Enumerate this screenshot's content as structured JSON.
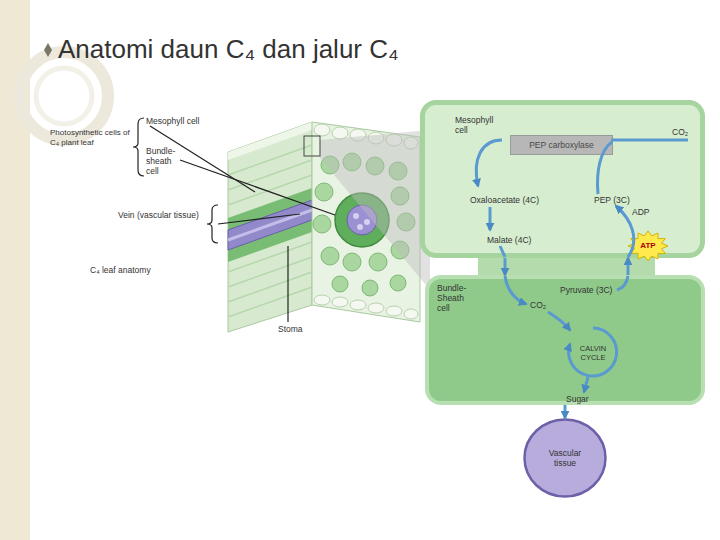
{
  "diagram": {
    "title": "Anatomi daun C₄ dan jalur C₄",
    "nodes": [
      {
        "text": [
          "Mesophyll cell"
        ]
      },
      {
        "text": [
          "PEP carboxylase"
        ],
        "in": 0
      },
      {
        "text": [
          "ATP"
        ],
        "in": 0
      },
      {
        "text": [
          "Bundle-Sheath cell"
        ]
      },
      {
        "text": [
          "Vascular tissue"
        ]
      }
    ],
    "edges": [
      {
        "from": 0,
        "to": 3,
        "arrow": "to"
      },
      {
        "from": 3,
        "to": 0,
        "arrow": "to"
      },
      {
        "from": 3,
        "to": 4,
        "arrow": "to"
      }
    ],
    "labels": [
      "Photosynthetic cells of C₄ plant leaf",
      "Mesophyll cell",
      "Bundle-sheath cell",
      "Vein (vascular tissue)",
      "C₄ leaf anatomy",
      "Stoma",
      "CO₂",
      "Oxaloacetate (4C)",
      "PEP (3C)",
      "ADP",
      "Malate (4C)",
      "Pyruvate (3C)",
      "CO₂",
      "CALVIN CYCLE",
      "Sugar"
    ]
  }
}
